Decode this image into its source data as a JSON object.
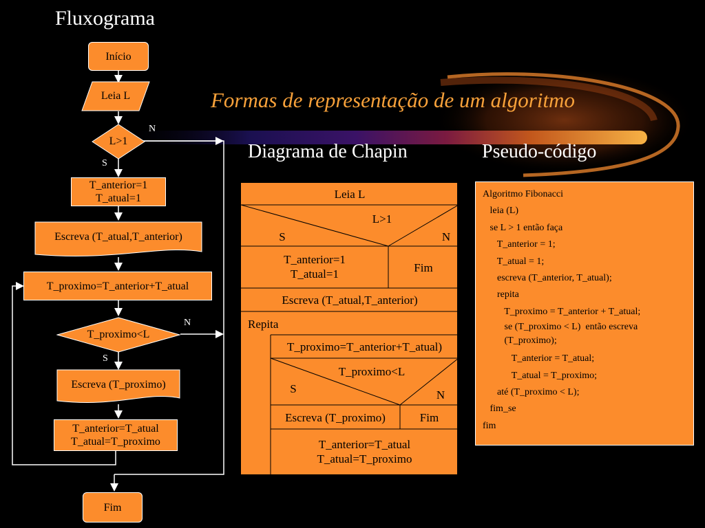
{
  "titles": {
    "fluxograma": "Fluxograma",
    "main": "Formas de representação de um algoritmo",
    "chapin": "Diagrama de Chapin",
    "pseudo": "Pseudo-código"
  },
  "flow": {
    "inicio": "Início",
    "leia": "Leia L",
    "cond1": "L>1",
    "n1": "N",
    "s1": "S",
    "init_l1": "T_anterior=1",
    "init_l2": "T_atual=1",
    "escreva1": "Escreva (T_atual,T_anterior)",
    "proximo": "T_proximo=T_anterior+T_atual",
    "cond2": "T_proximo<L",
    "n2": "N",
    "s2": "S",
    "escreva2": "Escreva (T_proximo)",
    "upd_l1": "T_anterior=T_atual",
    "upd_l2": "T_atual=T_proximo",
    "fim": "Fim"
  },
  "chapin": {
    "leia": "Leia L",
    "cond1": "L>1",
    "s1": "S",
    "n1": "N",
    "init_l1": "T_anterior=1",
    "init_l2": "T_atual=1",
    "fim": "Fim",
    "escreva1": "Escreva (T_atual,T_anterior)",
    "repita": "Repita",
    "proximo": "T_proximo=T_anterior+T_atual)",
    "cond2": "T_proximo<L",
    "s2": "S",
    "n2": "N",
    "escreva2": "Escreva (T_proximo)",
    "fim2": "Fim",
    "upd_l1": "T_anterior=T_atual",
    "upd_l2": "T_atual=T_proximo"
  },
  "pseudo": {
    "lines": [
      "Algoritmo Fibonacci",
      "   leia (L)",
      "   se L > 1 então faça",
      "      T_anterior = 1;",
      "      T_atual = 1;",
      "      escreva (T_anterior, T_atual);",
      "      repita",
      "         T_proximo = T_anterior + T_atual;",
      "         se (T_proximo < L)  então escreva",
      "         (T_proximo);",
      "            T_anterior = T_atual;",
      "            T_atual = T_proximo;",
      "      até (T_proximo < L);",
      "   fim_se",
      "fim"
    ]
  }
}
